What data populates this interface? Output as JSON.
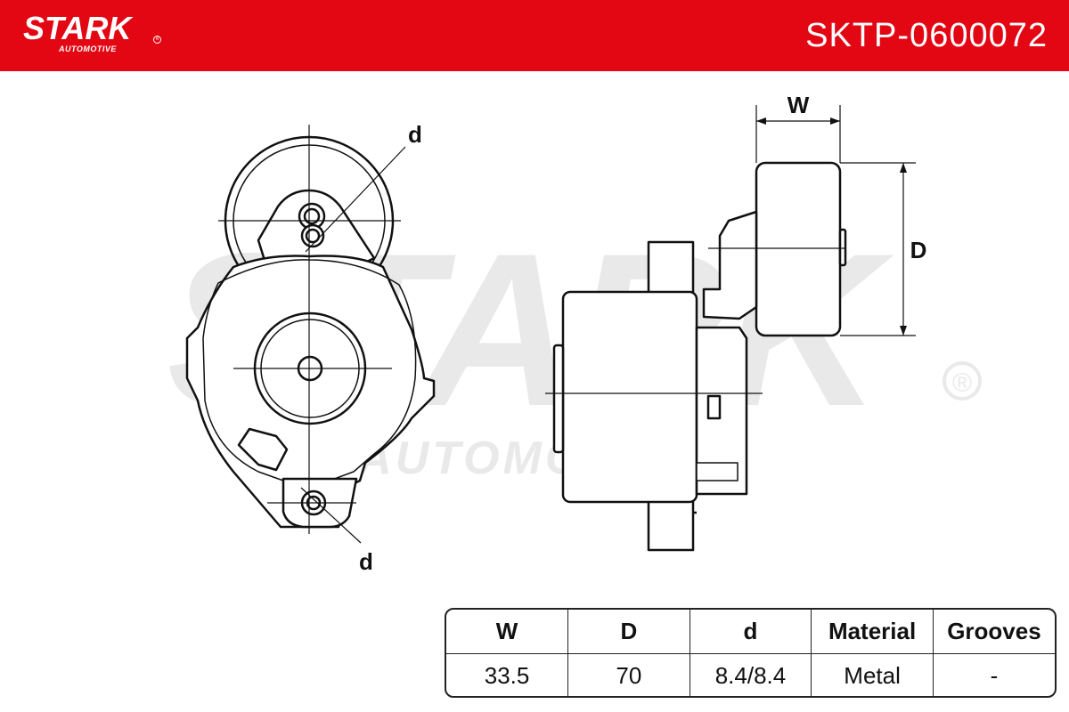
{
  "header": {
    "brand": "STARK",
    "brand_sub": "AUTOMOTIVE",
    "part_number": "SKTP-0600072",
    "color": "#e30613"
  },
  "watermark": {
    "brand": "STARK",
    "sub": "AUTOMOTIVE",
    "reg": "®"
  },
  "drawing": {
    "labels": {
      "d_top": "d",
      "d_bottom": "d",
      "W": "W",
      "D": "D"
    }
  },
  "specs": {
    "headers": [
      "W",
      "D",
      "d",
      "Material",
      "Grooves"
    ],
    "values": [
      "33.5",
      "70",
      "8.4/8.4",
      "Metal",
      "-"
    ]
  }
}
